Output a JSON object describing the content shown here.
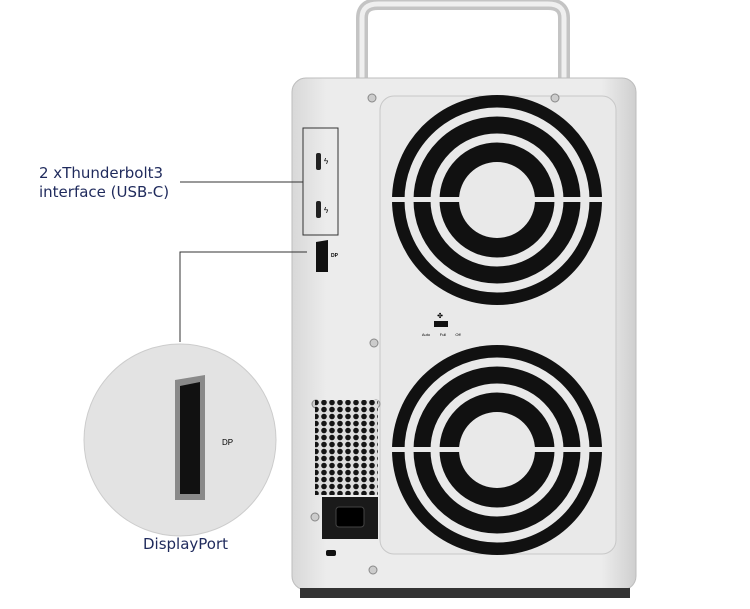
{
  "callouts": {
    "thunderbolt_line1": "2 xThunderbolt3",
    "thunderbolt_line2": "interface (USB-C)",
    "displayport": "DisplayPort"
  },
  "device": {
    "dp_port_label": "DP",
    "zoom_dp_label": "DP",
    "fan_switch": {
      "positions": [
        "Auto",
        "Full",
        "Off"
      ]
    }
  },
  "colors": {
    "label_text": "#1f2a5c",
    "chassis": "#e6e6e6",
    "fan_grill": "#111111"
  }
}
